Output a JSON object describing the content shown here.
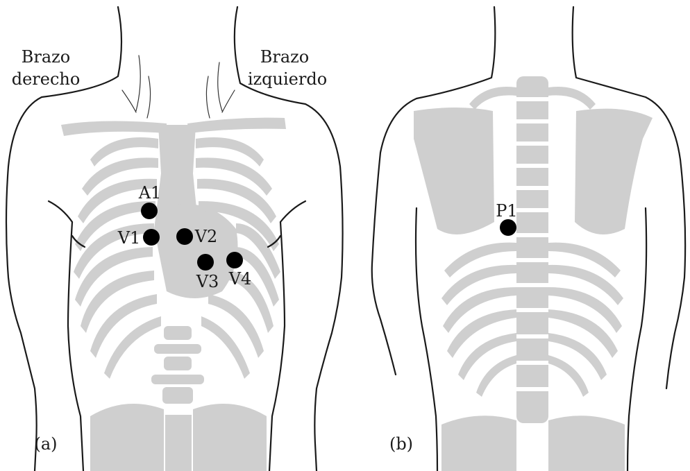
{
  "panel_a": {
    "caption": "(a)",
    "right_arm_label": [
      "Brazo",
      "derecho"
    ],
    "left_arm_label": [
      "Brazo",
      "izquierdo"
    ],
    "electrodes": [
      "A1",
      "V1",
      "V2",
      "V3",
      "V4"
    ]
  },
  "panel_b": {
    "caption": "(b)",
    "electrodes": [
      "P1"
    ]
  },
  "colors": {
    "bone": "#cfcfcf",
    "outline": "#1a1a1a",
    "electrode": "#000000"
  }
}
